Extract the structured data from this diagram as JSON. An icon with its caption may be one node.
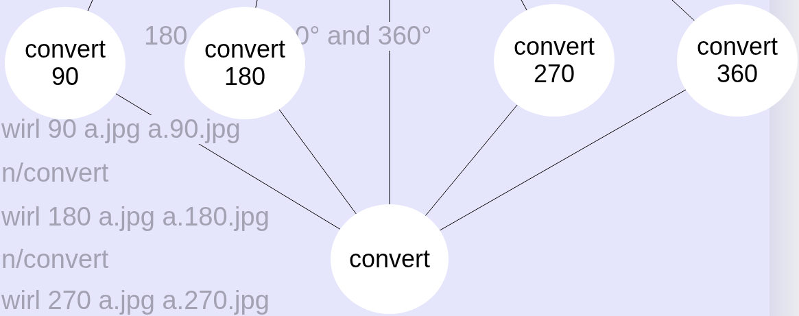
{
  "diagram": {
    "nodes": [
      {
        "text": [
          "convert 90"
        ]
      },
      {
        "text": [
          "convert 180"
        ]
      },
      {
        "text": [
          "convert 270"
        ]
      },
      {
        "text": [
          "convert 360"
        ]
      },
      {
        "text": [
          "convert"
        ]
      }
    ],
    "edges": [
      {
        "from": null,
        "to": 0,
        "arrow": "none"
      },
      {
        "from": null,
        "to": 1,
        "arrow": "none"
      },
      {
        "from": null,
        "to": 2,
        "arrow": "none"
      },
      {
        "from": null,
        "to": 3,
        "arrow": "none"
      },
      {
        "from": null,
        "to": 4,
        "arrow": "none"
      },
      {
        "from": 0,
        "to": 4,
        "arrow": "none"
      },
      {
        "from": 1,
        "to": 4,
        "arrow": "none"
      },
      {
        "from": 2,
        "to": 4,
        "arrow": "none"
      },
      {
        "from": 3,
        "to": 4,
        "arrow": "none"
      }
    ],
    "labels": [
      "180",
      "0° and 360°",
      "wirl 90 a.jpg a.90.jpg",
      "n/convert",
      "wirl 180 a.jpg a.180.jpg",
      "n/convert",
      "wirl 270 a.jpg a.270.jpg"
    ]
  }
}
